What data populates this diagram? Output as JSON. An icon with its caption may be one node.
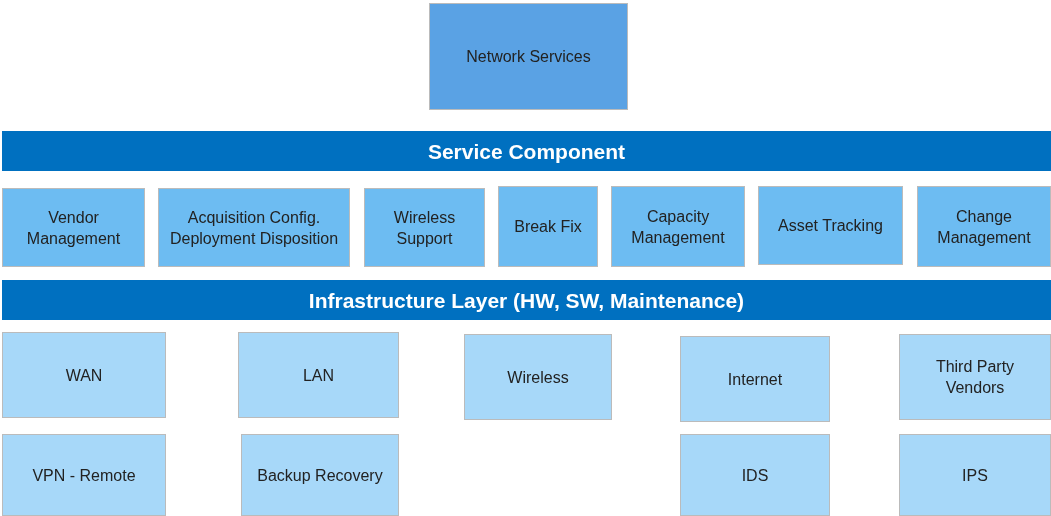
{
  "diagram": {
    "nodes": [
      {
        "text": [
          "Network Services"
        ]
      },
      {
        "text": [
          "Service Component"
        ]
      },
      {
        "text": [
          "Vendor Management"
        ]
      },
      {
        "text": [
          "Acquisition Config. Deployment Disposition"
        ]
      },
      {
        "text": [
          "Wireless Support"
        ]
      },
      {
        "text": [
          "Break Fix"
        ]
      },
      {
        "text": [
          "Capacity Management"
        ]
      },
      {
        "text": [
          "Asset Tracking"
        ]
      },
      {
        "text": [
          "Change Management"
        ]
      },
      {
        "text": [
          "Infrastructure Layer (HW, SW, Maintenance)"
        ]
      },
      {
        "text": [
          "WAN"
        ]
      },
      {
        "text": [
          "LAN"
        ]
      },
      {
        "text": [
          "Wireless"
        ]
      },
      {
        "text": [
          "Internet"
        ]
      },
      {
        "text": [
          "Third Party Vendors"
        ]
      },
      {
        "text": [
          "VPN - Remote"
        ]
      },
      {
        "text": [
          "Backup Recovery"
        ]
      },
      {
        "text": [
          "IDS"
        ]
      },
      {
        "text": [
          "IPS"
        ]
      }
    ],
    "edges": []
  }
}
